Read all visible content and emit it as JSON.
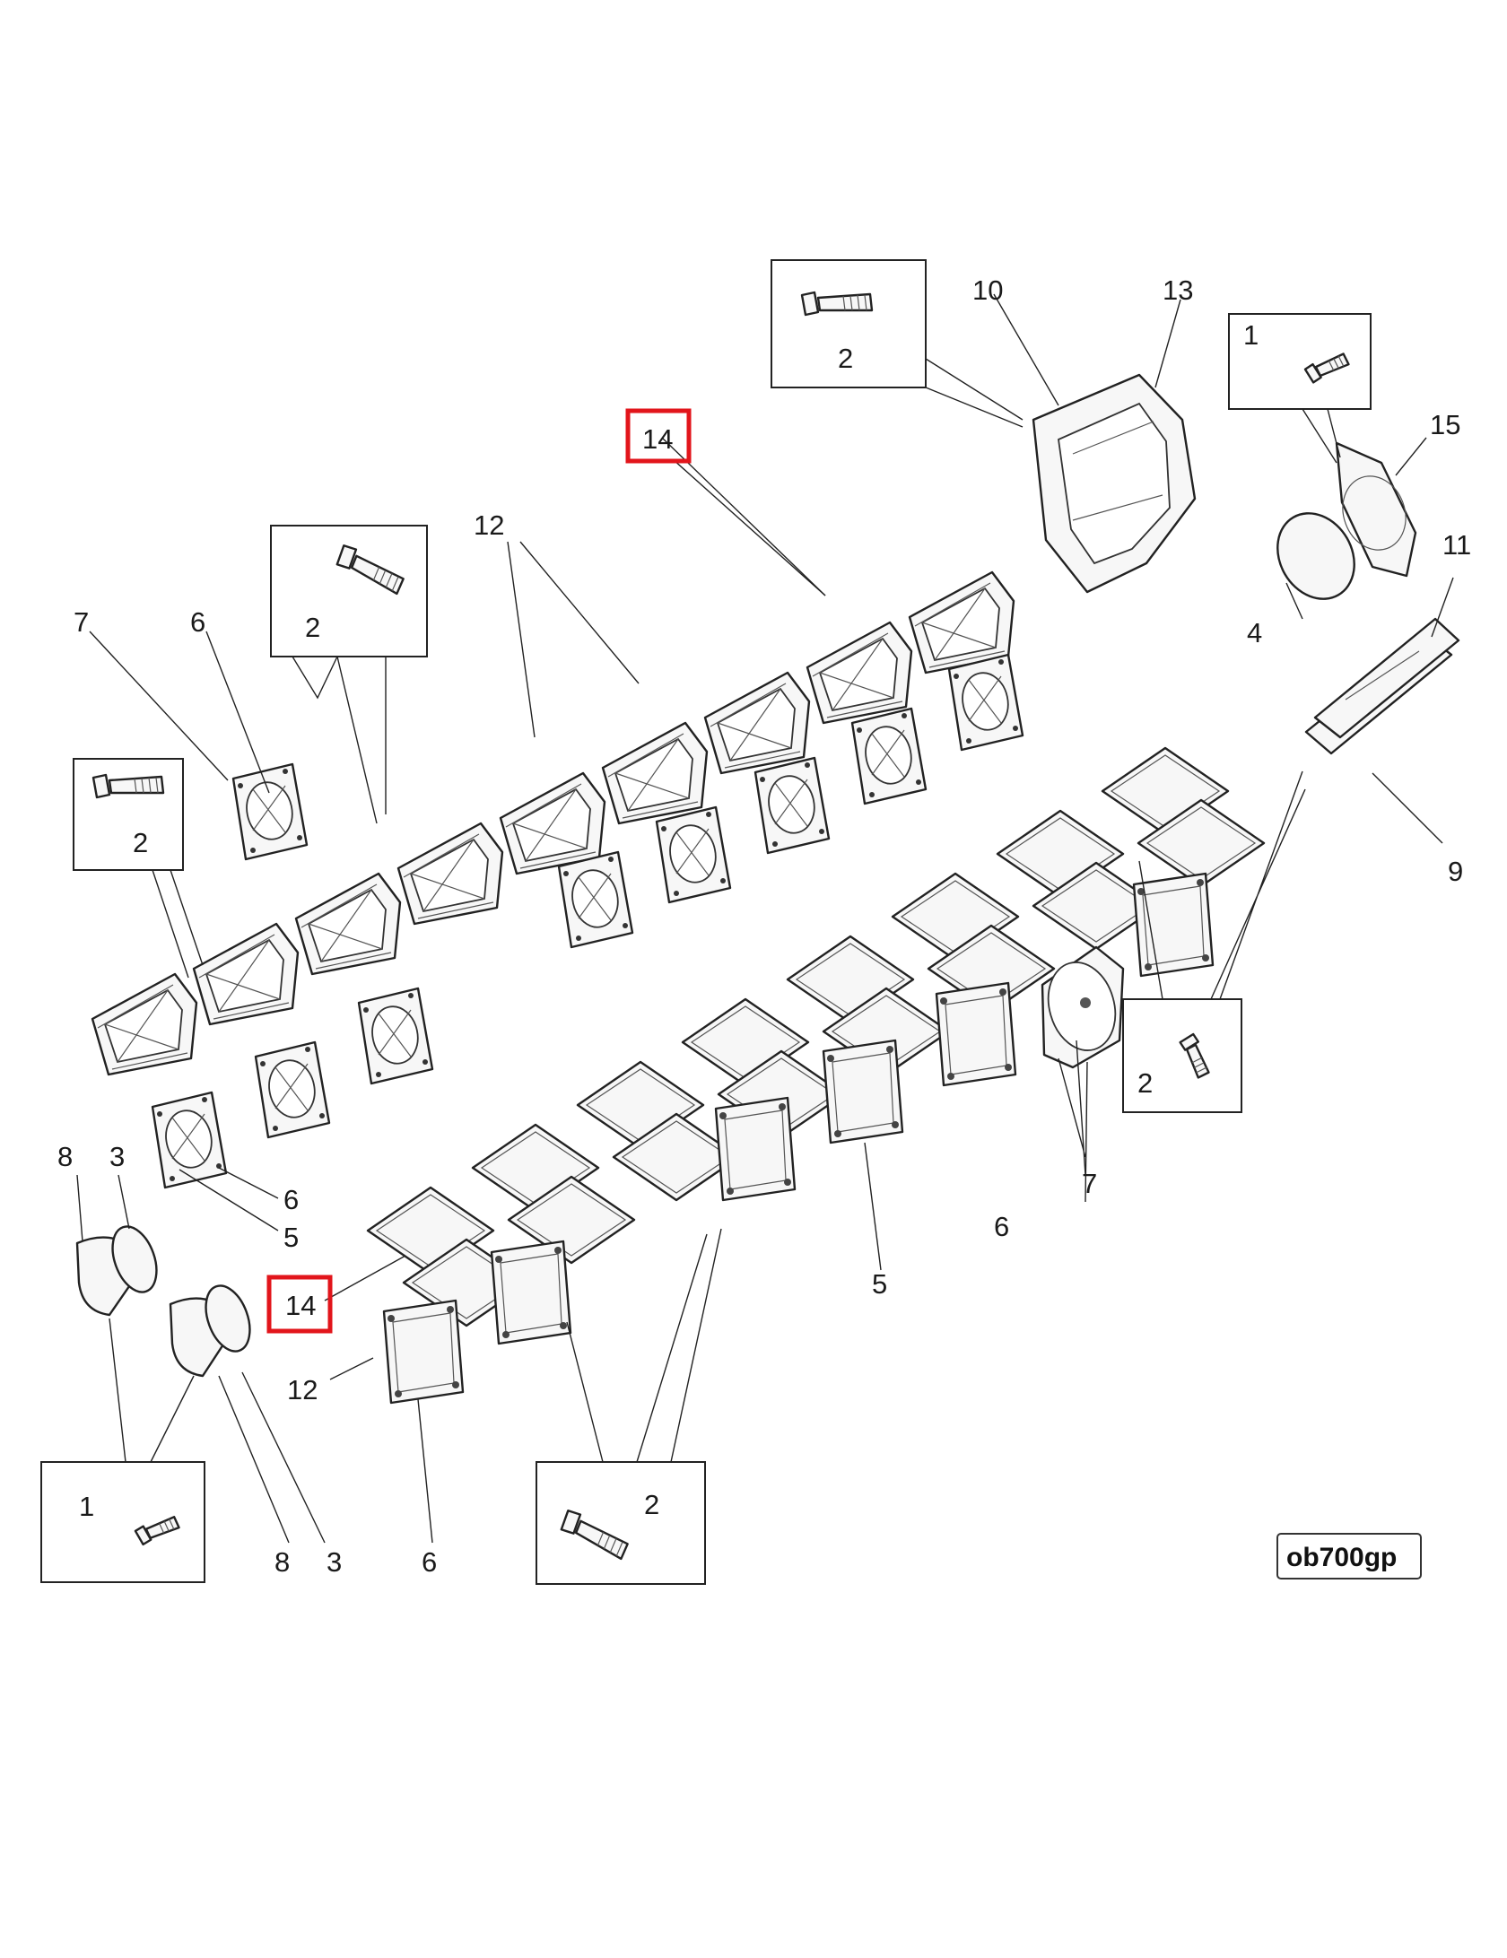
{
  "diagram": {
    "code": "ob700gp",
    "callouts": {
      "c2a": "2",
      "c10": "10",
      "c13": "13",
      "c1a": "1",
      "c15": "15",
      "c14a": "14",
      "c12a": "12",
      "c7a": "7",
      "c6a": "6",
      "c2b": "2",
      "c11": "11",
      "c4": "4",
      "c2c": "2",
      "c9": "9",
      "c6b": "6",
      "c5a": "5",
      "c8a": "8",
      "c3a": "3",
      "c2d": "2",
      "c7b": "7",
      "c6c": "6",
      "c5b": "5",
      "c14b": "14",
      "c12b": "12",
      "c1b": "1",
      "c8b": "8",
      "c3b": "3",
      "c6d": "6",
      "c2e": "2"
    },
    "highlight_color": "#e2151b"
  }
}
